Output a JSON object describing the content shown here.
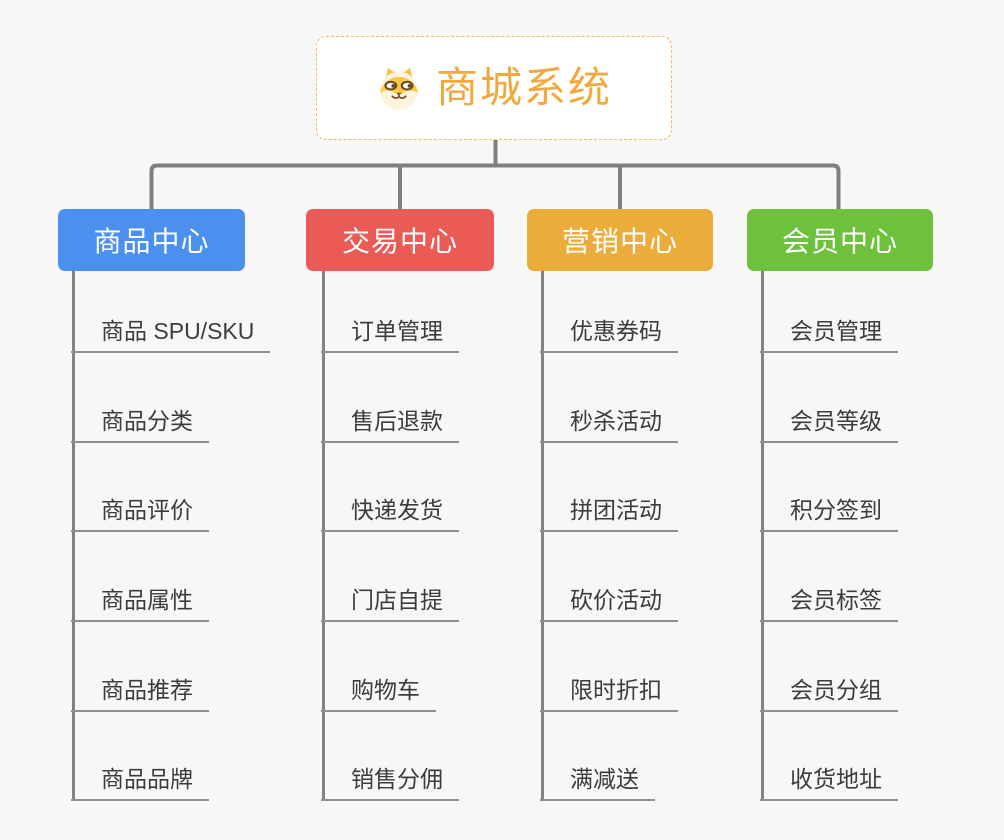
{
  "root": {
    "title": "商城系统",
    "icon": "shiba-dog-icon",
    "title_color": "#F1A83E"
  },
  "connector_color": "#7F7F7F",
  "branches": [
    {
      "label": "商品中心",
      "color": "#4B90EE",
      "items": [
        "商品 SPU/SKU",
        "商品分类",
        "商品评价",
        "商品属性",
        "商品推荐",
        "商品品牌"
      ]
    },
    {
      "label": "交易中心",
      "color": "#EA5B55",
      "items": [
        "订单管理",
        "售后退款",
        "快递发货",
        "门店自提",
        "购物车",
        "销售分佣"
      ]
    },
    {
      "label": "营销中心",
      "color": "#EBAC39",
      "items": [
        "优惠券码",
        "秒杀活动",
        "拼团活动",
        "砍价活动",
        "限时折扣",
        "满减送"
      ]
    },
    {
      "label": "会员中心",
      "color": "#6DC13C",
      "items": [
        "会员管理",
        "会员等级",
        "积分签到",
        "会员标签",
        "会员分组",
        "收货地址"
      ]
    }
  ]
}
